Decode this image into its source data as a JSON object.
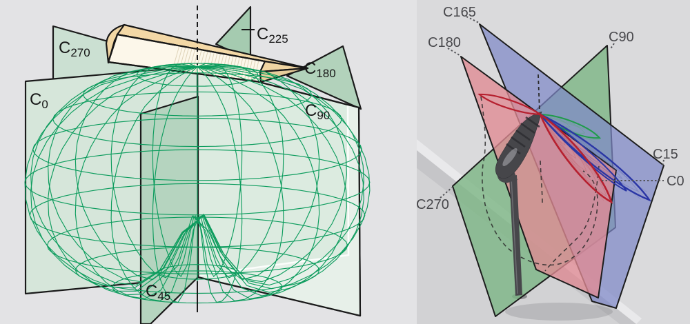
{
  "left_panel": {
    "description": "C-plane wireframe photometric diagram of linear luminaire",
    "labels": [
      {
        "id": "C0",
        "c": "C",
        "sub": "0"
      },
      {
        "id": "C270",
        "c": "C",
        "sub": "270"
      },
      {
        "id": "C225",
        "c": "C",
        "sub": "225"
      },
      {
        "id": "C180",
        "c": "C",
        "sub": "180"
      },
      {
        "id": "C90",
        "c": "C",
        "sub": "90"
      },
      {
        "id": "C45",
        "c": "C",
        "sub": "45"
      }
    ],
    "colors": {
      "background": "#e3e3e5",
      "mesh_green": "#0c9c5d",
      "plane_c0": "#d6e6da",
      "plane_c90": "#dcebe0",
      "plane_c90_edge": "#e7f0e9",
      "plane_c270": "#cbe0d2",
      "plane_c225": "#a5cbb0",
      "plane_c180": "#b2d2bb",
      "plane_c45": "#b5d4bf",
      "luminaire_top": "#f3d8a6",
      "luminaire_front": "#fcf7ea",
      "luminaire_facet": "#e7cd9b",
      "outline": "#1a1a1a"
    }
  },
  "right_panel": {
    "description": "Rendered street luminaire with C-plane intensity curves",
    "labels": [
      {
        "id": "C165",
        "text": "C165"
      },
      {
        "id": "C180",
        "text": "C180"
      },
      {
        "id": "C90",
        "text": "C90"
      },
      {
        "id": "C15",
        "text": "C15"
      },
      {
        "id": "C0",
        "text": "C0"
      },
      {
        "id": "C270",
        "text": "C270"
      }
    ],
    "colors": {
      "wall": "#dadadc",
      "ground": "#d2d2d4",
      "curb_face": "#c5c5c8",
      "curb_highlight": "#e9e9eb",
      "plane_red": "#e08a93",
      "plane_green": "#7cb585",
      "plane_blue": "#7e88c8",
      "curve_red": "#b6202f",
      "curve_blue": "#2a36a5",
      "curve_green": "#1f9b4b",
      "web_red": "#c4606a",
      "web_blue": "#5f6ab8",
      "web_green": "#57ab72",
      "pole_gray": "#47474b",
      "label_gray": "#48484c"
    }
  }
}
